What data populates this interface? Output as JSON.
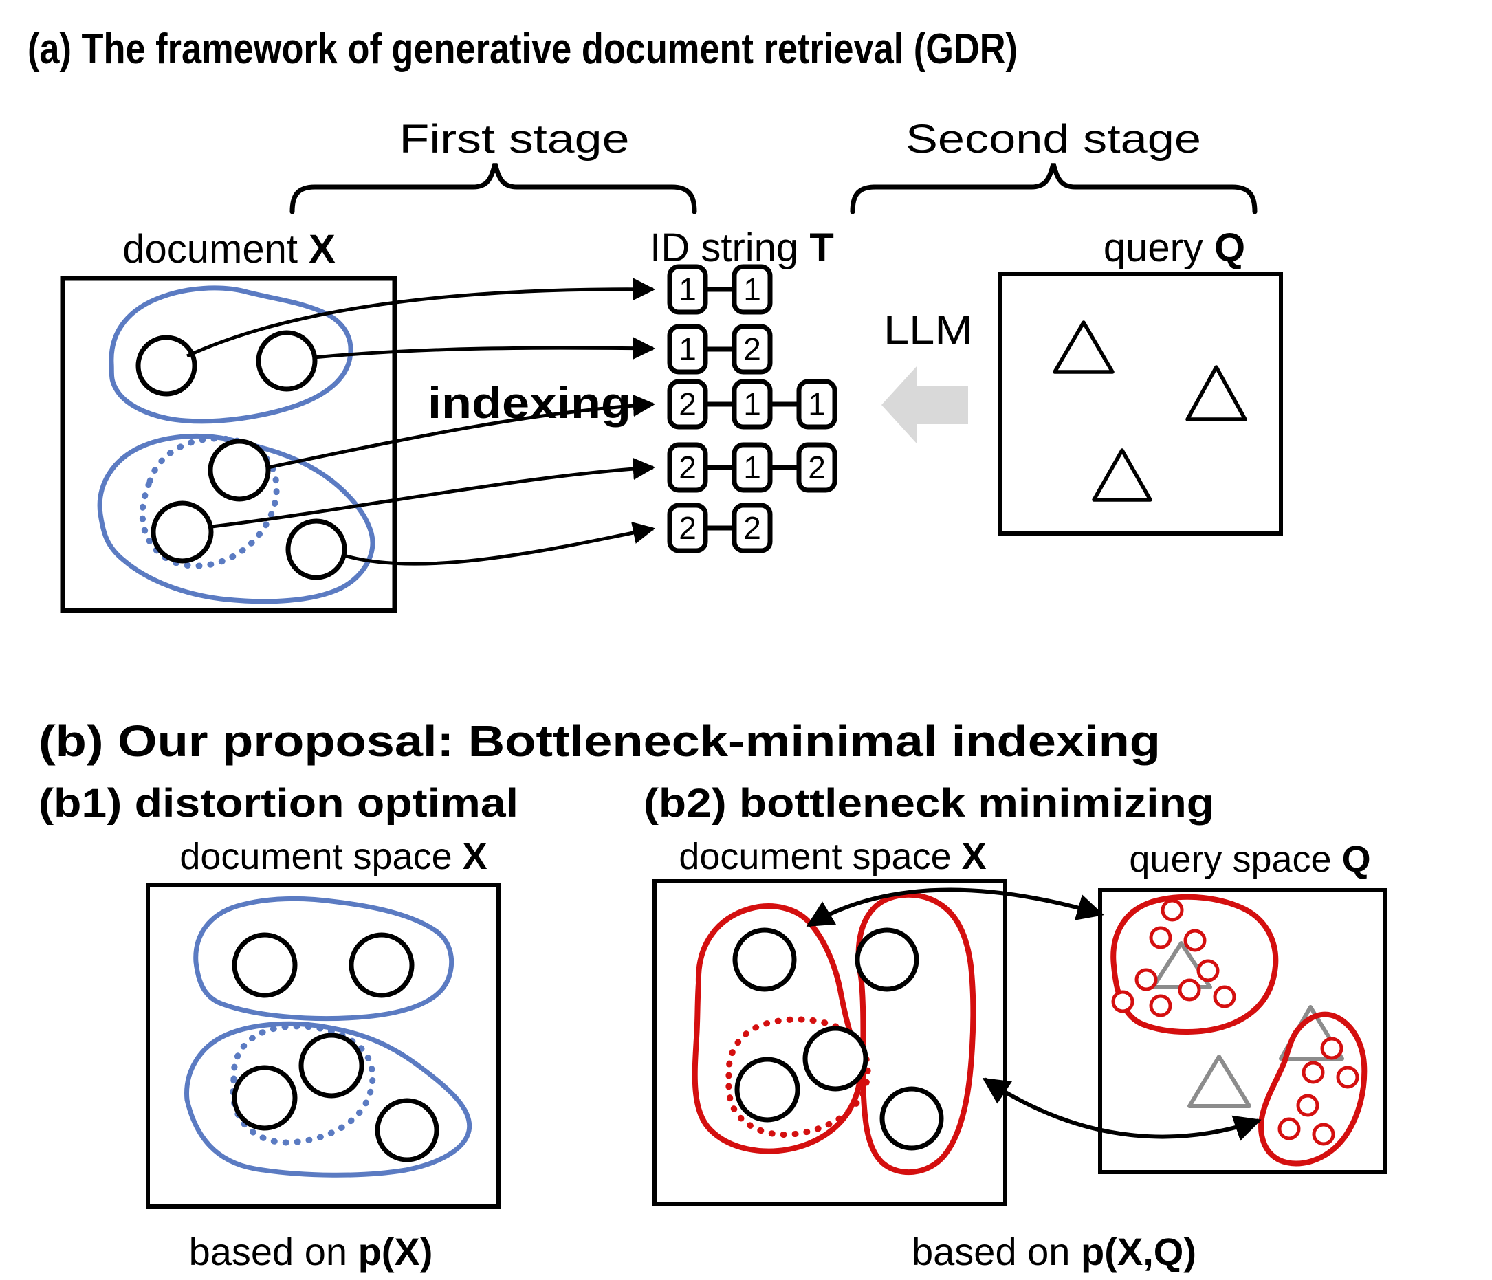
{
  "figure": {
    "section_a": {
      "title": "(a) The framework of generative document retrieval (GDR)",
      "first_stage_label": "First stage",
      "second_stage_label": "Second stage",
      "document_label_prefix": "document ",
      "document_label_symbol": "X",
      "id_string_label_prefix": "ID string ",
      "id_string_label_symbol": "T",
      "query_label_prefix": "query ",
      "query_label_symbol": "Q",
      "indexing_label": "indexing",
      "llm_label": "LLM",
      "id_strings": [
        [
          "1",
          "1"
        ],
        [
          "1",
          "2"
        ],
        [
          "2",
          "1",
          "1"
        ],
        [
          "2",
          "1",
          "2"
        ],
        [
          "2",
          "2"
        ]
      ]
    },
    "section_b": {
      "title": "(b) Our proposal:  Bottleneck-minimal indexing",
      "b1": {
        "heading": "(b1) distortion optimal",
        "space_label_prefix": "document space ",
        "space_label_symbol": "X",
        "caption_prefix": "based on ",
        "caption_formula": "p(X)"
      },
      "b2": {
        "heading": "(b2) bottleneck minimizing",
        "document_space_label_prefix": "document space ",
        "document_space_label_symbol": "X",
        "query_space_label_prefix": "query space ",
        "query_space_label_symbol": "Q",
        "caption_prefix": "based on ",
        "caption_formula": "p(X,Q)"
      }
    },
    "colors": {
      "cluster_blue": "#5b7bc2",
      "cluster_red": "#d40f0f",
      "triangle_gray": "#8c8c8c",
      "llm_arrow_gray": "#d9d9d9",
      "ink_black": "#000000"
    }
  }
}
